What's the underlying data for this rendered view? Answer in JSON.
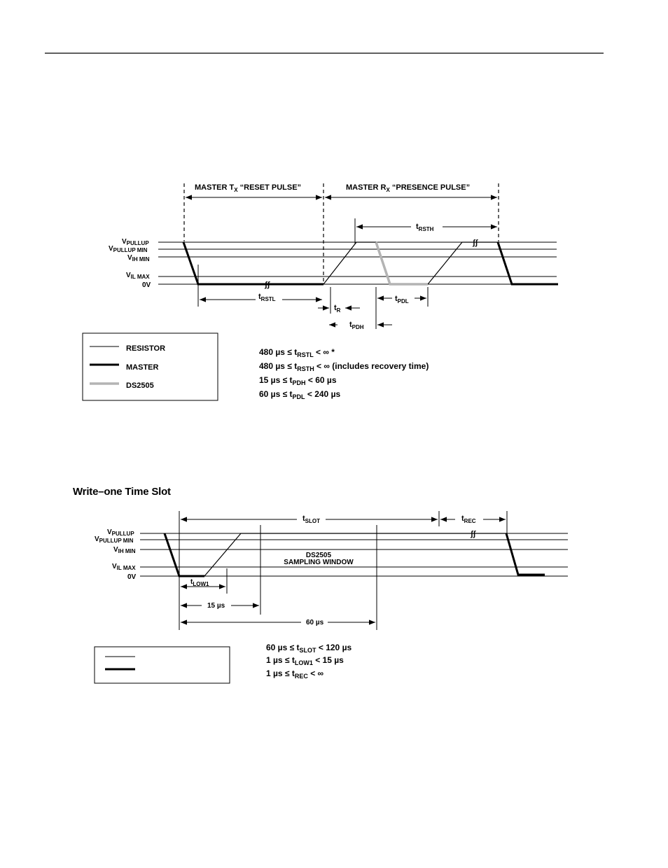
{
  "reset_diagram": {
    "master_tx_label": "MASTER T",
    "master_tx_sub": "X",
    "master_tx_suffix": " “RESET PULSE”",
    "master_rx_label": "MASTER R",
    "master_rx_sub": "X",
    "master_rx_suffix": " “PRESENCE PULSE”",
    "levels": [
      {
        "main": "V",
        "sub": "PULLUP"
      },
      {
        "main": "V",
        "sub": "PULLUP MIN"
      },
      {
        "main": "V",
        "sub": "IH MIN"
      },
      {
        "main": "V",
        "sub": "IL MAX"
      },
      {
        "main": "0V",
        "sub": ""
      }
    ],
    "t_rsth": {
      "main": "t",
      "sub": "RSTH"
    },
    "t_rstl": {
      "main": "t",
      "sub": "RSTL"
    },
    "t_r": {
      "main": "t",
      "sub": "R"
    },
    "t_pdl": {
      "main": "t",
      "sub": "PDL"
    },
    "t_pdh": {
      "main": "t",
      "sub": "PDH"
    },
    "legend": [
      "RESISTOR",
      "MASTER",
      "DS2505"
    ],
    "specs": [
      {
        "a": "480 µs ≤ t",
        "sub": "RSTL",
        "b": " < ∞ *"
      },
      {
        "a": "480 µs ≤ t",
        "sub": "RSTH",
        "b": " < ∞ (includes recovery time)"
      },
      {
        "a": "15 µs ≤ t",
        "sub": "PDH",
        "b": " < 60 µs"
      },
      {
        "a": "60 µs ≤ t",
        "sub": "PDL",
        "b": " <  240 µs"
      }
    ]
  },
  "write_one": {
    "title": "Write–one Time Slot",
    "levels": [
      {
        "main": "V",
        "sub": "PULLUP"
      },
      {
        "main": "V",
        "sub": "PULLUP MIN"
      },
      {
        "main": "V",
        "sub": "IH MIN"
      },
      {
        "main": "V",
        "sub": "IL MAX"
      },
      {
        "main": "0V",
        "sub": ""
      }
    ],
    "t_slot": {
      "main": "t",
      "sub": "SLOT"
    },
    "t_rec": {
      "main": "t",
      "sub": "REC"
    },
    "t_low1": {
      "main": "t",
      "sub": "LOW1"
    },
    "window_line1": "DS2505",
    "window_line2": "SAMPLING WINDOW",
    "dim_15": "15 µs",
    "dim_60": "60 µs",
    "specs": [
      {
        "a": "60 µs ≤ t",
        "sub": "SLOT",
        "b": " < 120 µs"
      },
      {
        "a": "1 µs ≤ t",
        "sub": "LOW1",
        "b": " < 15 µs"
      },
      {
        "a": "1 µs ≤ t",
        "sub": "REC",
        "b": " < ∞"
      }
    ]
  },
  "colors": {
    "line": "#000000",
    "ds2505": "#b4b4b4"
  }
}
